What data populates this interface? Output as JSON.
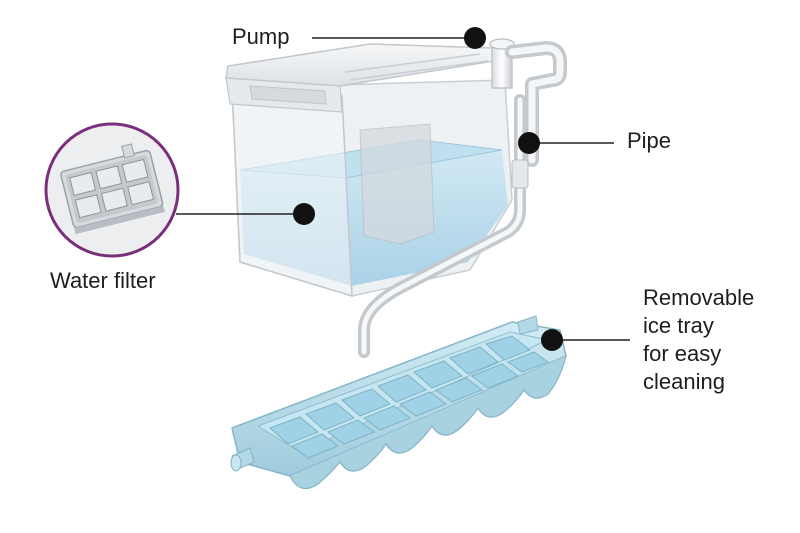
{
  "labels": {
    "pump": "Pump",
    "pipe": "Pipe",
    "water_filter": "Water filter",
    "ice_tray": [
      "Removable",
      "ice tray",
      "for easy",
      "cleaning"
    ]
  },
  "colors": {
    "water": "#a9d4e8",
    "tray": "#b9dce8",
    "tank_shell": "#eef0f2",
    "callout_ring": "#7a2f7c",
    "marker": "#111111"
  }
}
